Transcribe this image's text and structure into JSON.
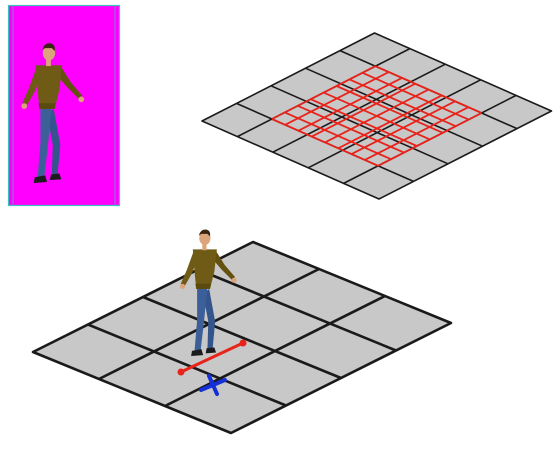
{
  "colors": {
    "background": "#ffffff",
    "sprite_backdrop": "#ff00ff",
    "sprite_frame": "#3cc0c0",
    "tile_fill": "#c8c8c8",
    "tile_line": "#1a1a1a",
    "subgrid_line": "#e8231a",
    "direction_line": "#e8231a",
    "origin_marker": "#1630d8",
    "shirt": "#6f5a16",
    "jeans": "#3c5f9a",
    "skin": "#dca47a",
    "hair": "#3a2512",
    "shoes": "#1b1b1b"
  },
  "figures": [
    {
      "name": "sprite-preview",
      "icon": "person-walking-icon"
    },
    {
      "name": "tile-grid-with-subgrid",
      "icon": "isometric-grid-icon"
    },
    {
      "name": "character-on-tile-grid",
      "icon": "isometric-grid-icon"
    }
  ]
}
